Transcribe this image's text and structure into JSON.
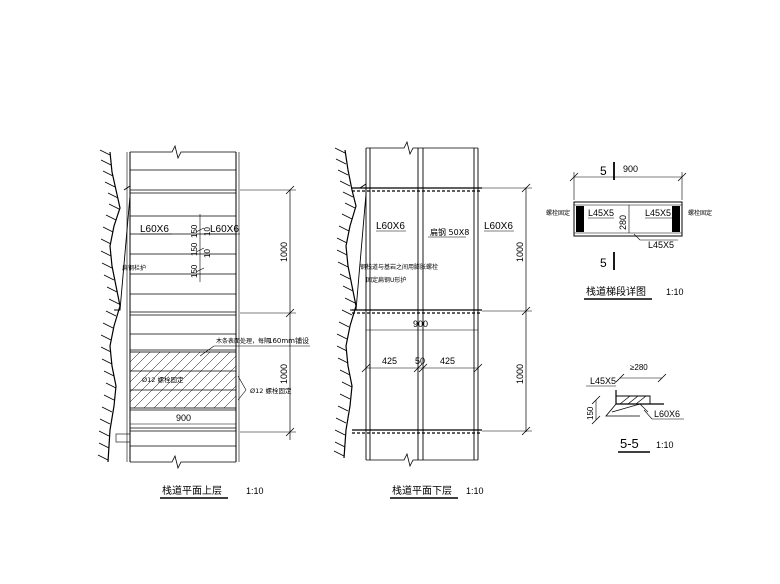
{
  "upper": {
    "title": "栈道平面上层",
    "scale": "1:10",
    "angle_left": "L60X6",
    "angle_right": "L60X6",
    "spacing_1": "150",
    "spacing_2": "150",
    "spacing_3": "10",
    "spacing_4": "10",
    "spacing_5": "150",
    "dim_1000_top": "1000",
    "dim_1000_bottom": "1000",
    "dim_900": "900",
    "note_rail": "扁钢栏护",
    "note_wood": "木条表面处理，每隔",
    "note_160": "160mm铺设",
    "note_bolt_left": "Ø12 螺栓固定",
    "note_bolt_right": "Ø12 螺栓固定"
  },
  "lower": {
    "title": "栈道平面下层",
    "scale": "1:10",
    "angle_left": "L60X6",
    "angle_right": "L60X6",
    "flat_steel": "扁钢 50X8",
    "note_1": "钢栈道与基岩之间用膨胀螺栓",
    "note_2": "固定扁钢U形护",
    "dim_900": "900",
    "dim_425_left": "425",
    "dim_50": "50",
    "dim_425_right": "425",
    "dim_1000_top": "1000",
    "dim_1000_bottom": "1000"
  },
  "detail": {
    "title": "栈道梯段详图",
    "scale": "1:10",
    "section_mark_top": "5",
    "section_mark_bottom": "5",
    "dim_900": "900",
    "dim_280": "280",
    "angle_left": "L45X5",
    "angle_right": "L45X5",
    "angle_bottom": "L45X5",
    "note_left": "螺栓固定",
    "note_right": "螺栓固定"
  },
  "section": {
    "title": "5-5",
    "scale": "1:10",
    "angle_top": "L45X5",
    "angle_bottom": "L60X6",
    "dim_280": "≥280",
    "dim_150": "150"
  }
}
